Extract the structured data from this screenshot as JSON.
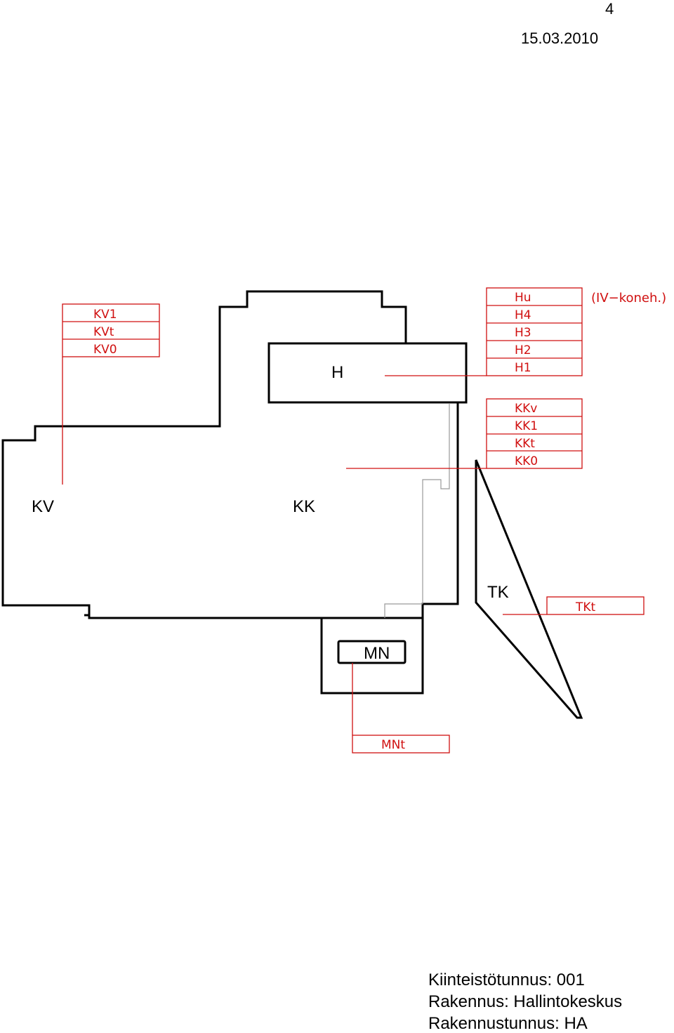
{
  "header": {
    "page_number": "4",
    "date": "15.03.2010"
  },
  "zones": {
    "kv": "KV",
    "kk": "KK",
    "h": "H",
    "tk": "TK",
    "mn": "MN"
  },
  "level_labels": {
    "kv_group": [
      "KV1",
      "KVt",
      "KV0"
    ],
    "h_group": [
      "Hu",
      "H4",
      "H3",
      "H2",
      "H1"
    ],
    "kk_group": [
      "KKv",
      "KK1",
      "KKt",
      "KK0"
    ],
    "tkt": "TKt",
    "mnt": "MNt",
    "iv_note": "(IV−koneh.)"
  },
  "footer": {
    "property_id": "Kiinteistötunnus: 001",
    "building": "Rakennus: Hallintokeskus",
    "building_id": "Rakennustunnus: HA"
  },
  "colors": {
    "outline": "#000000",
    "annotation": "#d01010",
    "thin_wall": "#9a9a9a"
  }
}
